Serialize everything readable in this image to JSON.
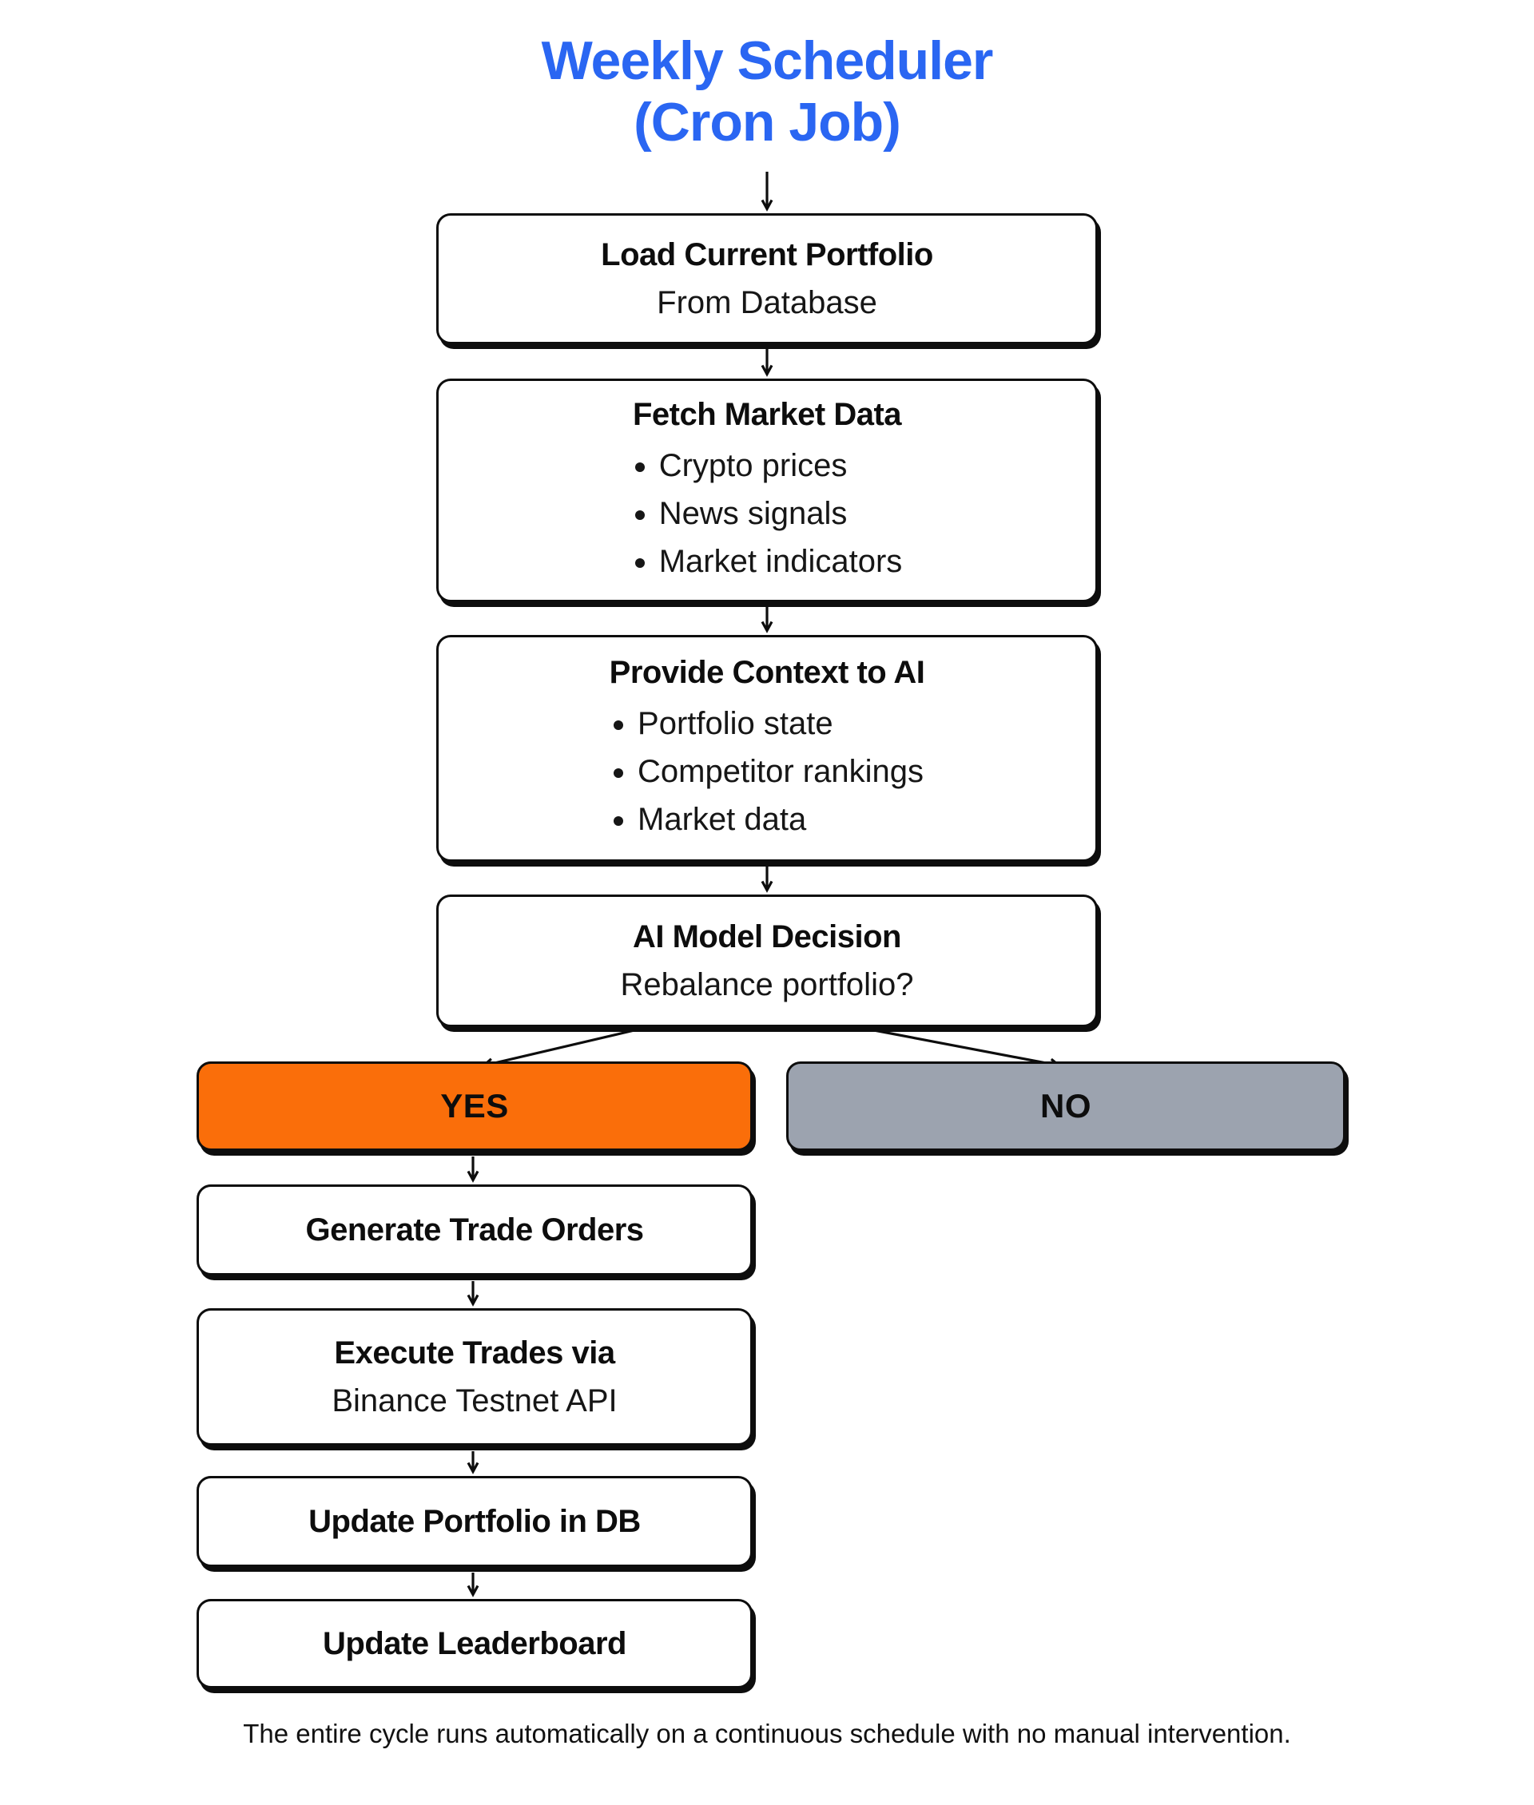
{
  "title": {
    "line1": "Weekly Scheduler",
    "line2": "(Cron Job)"
  },
  "nodes": {
    "load_portfolio": {
      "title": "Load Current Portfolio",
      "subtitle": "From Database"
    },
    "fetch_market_data": {
      "title": "Fetch Market Data",
      "bullets": [
        "Crypto prices",
        "News signals",
        "Market indicators"
      ]
    },
    "provide_context": {
      "title": "Provide Context to AI",
      "bullets": [
        "Portfolio state",
        "Competitor rankings",
        "Market data"
      ]
    },
    "ai_decision": {
      "title": "AI Model Decision",
      "subtitle": "Rebalance portfolio?"
    },
    "branch_yes": {
      "label": "YES"
    },
    "branch_no": {
      "label": "NO"
    },
    "generate_orders": {
      "title": "Generate Trade Orders"
    },
    "execute_trades": {
      "title": "Execute Trades via",
      "subtitle": "Binance Testnet API"
    },
    "update_portfolio_db": {
      "title": "Update Portfolio in DB"
    },
    "update_leaderboard": {
      "title": "Update Leaderboard"
    }
  },
  "footer": {
    "note": "The entire cycle runs automatically on a continuous schedule with no manual intervention."
  },
  "colors": {
    "title_blue": "#2A66F2",
    "yes_orange": "#FA6E0A",
    "no_gray": "#9CA3AF",
    "stroke_black": "#0d0d0d",
    "node_fill": "#ffffff"
  }
}
